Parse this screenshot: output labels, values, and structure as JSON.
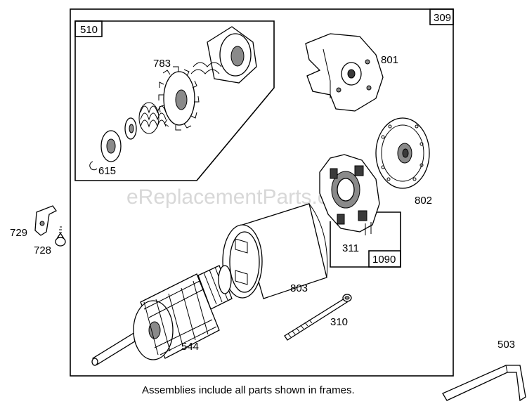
{
  "watermark": "eReplacementParts.com",
  "caption": "Assemblies include all parts shown in frames.",
  "frames": {
    "main": "309",
    "gear_assembly": "510",
    "brush_assembly": "1090"
  },
  "parts": {
    "p783": "783",
    "p615": "615",
    "p801": "801",
    "p802": "802",
    "p311": "311",
    "p803": "803",
    "p310": "310",
    "p544": "544",
    "p729": "729",
    "p728": "728",
    "p503": "503"
  }
}
